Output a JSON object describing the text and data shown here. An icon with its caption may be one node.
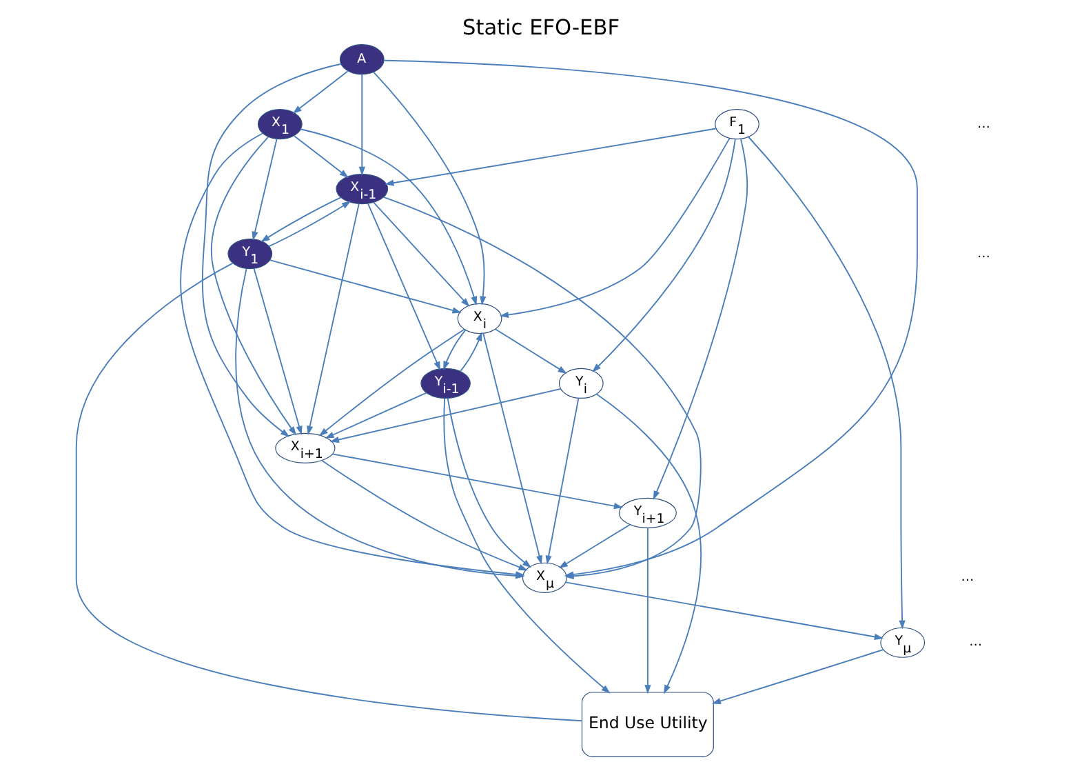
{
  "diagram": {
    "title": "Static EFO-EBF",
    "nodes": [
      {
        "text": [
          "A"
        ]
      },
      {
        "text": [
          "F$_{1}$"
        ]
      },
      {
        "text": [
          "X$_{1}$"
        ]
      },
      {
        "text": [
          "X$_{i-1}$"
        ]
      },
      {
        "text": [
          "Y$_{1}$"
        ]
      },
      {
        "text": [
          "X$_{i}$"
        ]
      },
      {
        "text": [
          "Y$_{i-1}$"
        ]
      },
      {
        "text": [
          "X$_{i+1}$"
        ]
      },
      {
        "text": [
          "Y$_{i}$"
        ]
      },
      {
        "text": [
          "X$_{μ}$"
        ]
      },
      {
        "text": [
          "Y$_{i+1}$"
        ]
      },
      {
        "text": [
          "Y$_{μ}$"
        ]
      },
      {
        "text": [
          "End Use Utility"
        ]
      }
    ],
    "edges": [
      {
        "from": 0,
        "to": 2,
        "arrow": "to"
      },
      {
        "from": 0,
        "to": 3,
        "arrow": "to"
      },
      {
        "from": 0,
        "to": 5,
        "arrow": "to"
      },
      {
        "from": 0,
        "to": 7,
        "arrow": "to"
      },
      {
        "from": 0,
        "to": 9,
        "arrow": "to"
      },
      {
        "from": 1,
        "to": 3,
        "arrow": "to"
      },
      {
        "from": 1,
        "to": 5,
        "arrow": "to"
      },
      {
        "from": 1,
        "to": 8,
        "arrow": "to"
      },
      {
        "from": 1,
        "to": 10,
        "arrow": "to"
      },
      {
        "from": 1,
        "to": 11,
        "arrow": "to"
      },
      {
        "from": 2,
        "to": 4,
        "arrow": "to"
      },
      {
        "from": 2,
        "to": 3,
        "arrow": "to"
      },
      {
        "from": 2,
        "to": 5,
        "arrow": "to"
      },
      {
        "from": 2,
        "to": 7,
        "arrow": "to"
      },
      {
        "from": 2,
        "to": 9,
        "arrow": "to"
      },
      {
        "from": 4,
        "to": 3,
        "arrow": "to"
      },
      {
        "from": 3,
        "to": 4,
        "arrow": "to"
      },
      {
        "from": 4,
        "to": 5,
        "arrow": "to"
      },
      {
        "from": 4,
        "to": 7,
        "arrow": "to"
      },
      {
        "from": 4,
        "to": 9,
        "arrow": "to"
      },
      {
        "from": 4,
        "to": 12,
        "arrow": "none"
      },
      {
        "from": 3,
        "to": 6,
        "arrow": "to"
      },
      {
        "from": 3,
        "to": 5,
        "arrow": "to"
      },
      {
        "from": 3,
        "to": 7,
        "arrow": "to"
      },
      {
        "from": 3,
        "to": 9,
        "arrow": "to"
      },
      {
        "from": 6,
        "to": 5,
        "arrow": "to"
      },
      {
        "from": 5,
        "to": 6,
        "arrow": "to"
      },
      {
        "from": 6,
        "to": 7,
        "arrow": "to"
      },
      {
        "from": 6,
        "to": 9,
        "arrow": "to"
      },
      {
        "from": 6,
        "to": 12,
        "arrow": "to"
      },
      {
        "from": 5,
        "to": 8,
        "arrow": "to"
      },
      {
        "from": 5,
        "to": 7,
        "arrow": "to"
      },
      {
        "from": 5,
        "to": 9,
        "arrow": "to"
      },
      {
        "from": 8,
        "to": 7,
        "arrow": "to"
      },
      {
        "from": 8,
        "to": 9,
        "arrow": "to"
      },
      {
        "from": 8,
        "to": 12,
        "arrow": "to"
      },
      {
        "from": 7,
        "to": 10,
        "arrow": "to"
      },
      {
        "from": 7,
        "to": 9,
        "arrow": "to"
      },
      {
        "from": 10,
        "to": 9,
        "arrow": "to"
      },
      {
        "from": 10,
        "to": 12,
        "arrow": "to"
      },
      {
        "from": 9,
        "to": 11,
        "arrow": "to"
      },
      {
        "from": 11,
        "to": 12,
        "arrow": "to"
      }
    ],
    "labels": [
      "…",
      "…",
      "…",
      "…"
    ]
  }
}
